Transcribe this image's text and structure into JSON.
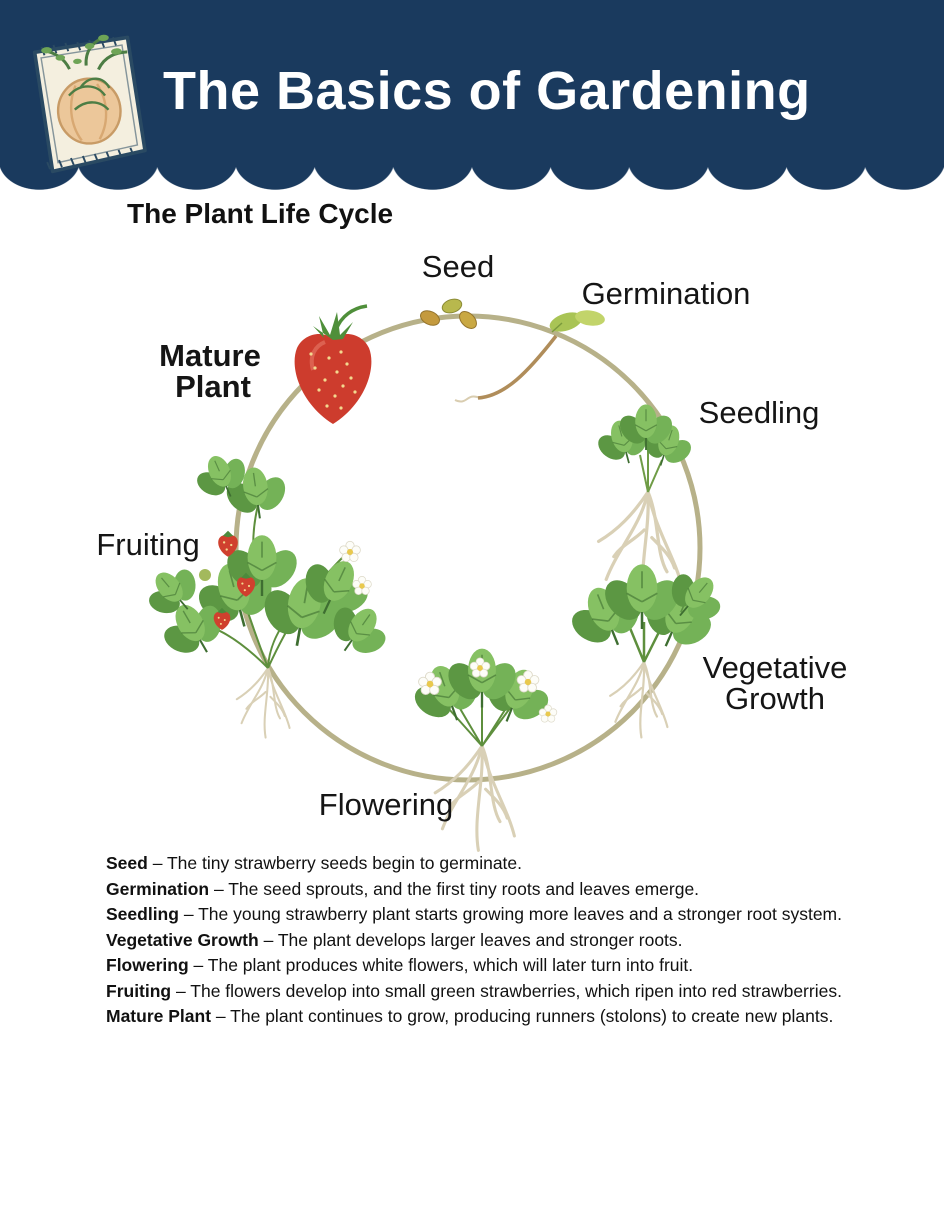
{
  "header": {
    "title": "The Basics of Gardening",
    "logo_icon": "seed-packet"
  },
  "section_title": "The Plant Life Cycle",
  "stages": [
    {
      "name": "Seed",
      "label_lines": [
        "Seed"
      ],
      "description": "– The tiny strawberry seeds begin to germinate."
    },
    {
      "name": "Germination",
      "label_lines": [
        "Germination"
      ],
      "description": "– The seed sprouts, and the first tiny roots and leaves emerge."
    },
    {
      "name": "Seedling",
      "label_lines": [
        "Seedling"
      ],
      "description": "– The young strawberry plant starts growing more leaves and a stronger root system."
    },
    {
      "name": "Vegetative Growth",
      "label_lines": [
        "Vegetative",
        "Growth"
      ],
      "description": "– The plant develops larger leaves and stronger roots."
    },
    {
      "name": "Flowering",
      "label_lines": [
        "Flowering"
      ],
      "description": "– The plant produces white flowers, which will later turn into fruit."
    },
    {
      "name": "Fruiting",
      "label_lines": [
        "Fruiting"
      ],
      "description": "– The flowers develop into small green strawberries, which ripen into red strawberries."
    },
    {
      "name": "Mature Plant",
      "label_lines": [
        "Mature",
        "Plant"
      ],
      "description": "– The plant continues to grow, producing runners (stolons) to create new plants."
    }
  ],
  "colors": {
    "header_navy": "#1a3a5e",
    "ring_olive": "#b7b189",
    "strawberry_red": "#cd3c2d",
    "leaf_green": "#74b257",
    "root_beige": "#d9d0b6"
  }
}
